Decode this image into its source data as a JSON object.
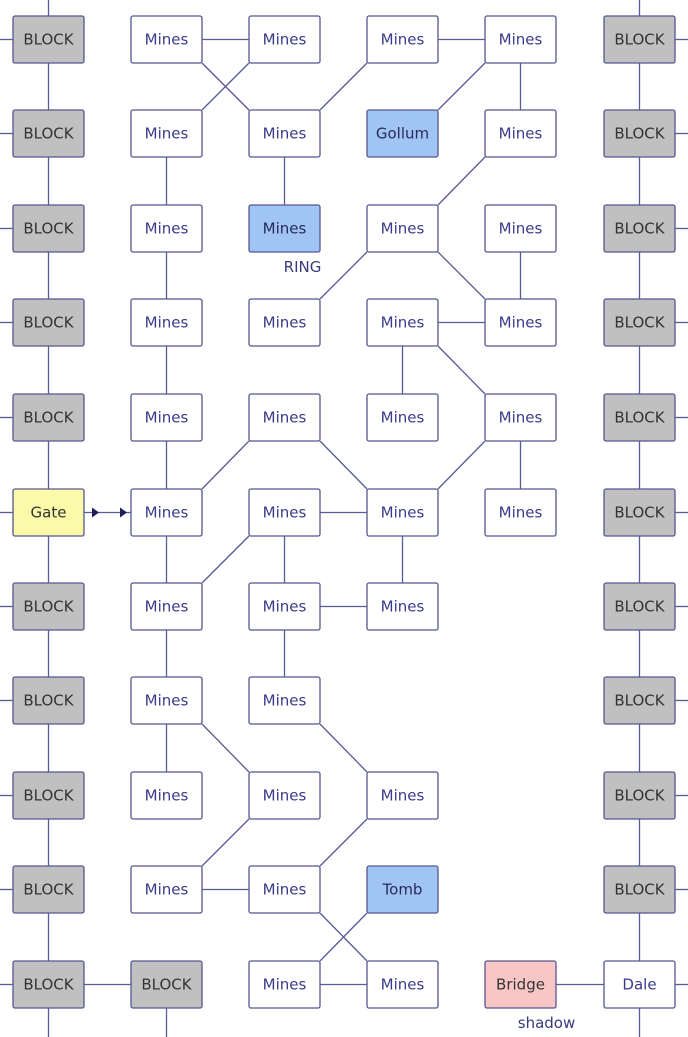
{
  "styles": {
    "block": {
      "fill": "#c0c0c0",
      "text": "#333333"
    },
    "mines": {
      "fill": "#ffffff",
      "text": "#3a3a8a"
    },
    "highlight": {
      "fill": "#a0c4f4",
      "text": "#2a2a5a"
    },
    "gate": {
      "fill": "#fafaa8",
      "text": "#333333"
    },
    "bridge": {
      "fill": "#f9c6c6",
      "text": "#333333"
    },
    "town": {
      "fill": "#ffffff",
      "text": "#3a3a8a"
    }
  },
  "grid": [
    [
      {
        "label": "BLOCK",
        "kind": "block"
      },
      {
        "label": "Mines",
        "kind": "mines"
      },
      {
        "label": "Mines",
        "kind": "mines"
      },
      {
        "label": "Mines",
        "kind": "mines"
      },
      {
        "label": "Mines",
        "kind": "mines"
      },
      {
        "label": "BLOCK",
        "kind": "block"
      }
    ],
    [
      {
        "label": "BLOCK",
        "kind": "block"
      },
      {
        "label": "Mines",
        "kind": "mines"
      },
      {
        "label": "Mines",
        "kind": "mines"
      },
      {
        "label": "Gollum",
        "kind": "highlight"
      },
      {
        "label": "Mines",
        "kind": "mines"
      },
      {
        "label": "BLOCK",
        "kind": "block"
      }
    ],
    [
      {
        "label": "BLOCK",
        "kind": "block"
      },
      {
        "label": "Mines",
        "kind": "mines"
      },
      {
        "label": "Mines",
        "kind": "highlight",
        "note": "RING"
      },
      {
        "label": "Mines",
        "kind": "mines"
      },
      {
        "label": "Mines",
        "kind": "mines"
      },
      {
        "label": "BLOCK",
        "kind": "block"
      }
    ],
    [
      {
        "label": "BLOCK",
        "kind": "block"
      },
      {
        "label": "Mines",
        "kind": "mines"
      },
      {
        "label": "Mines",
        "kind": "mines"
      },
      {
        "label": "Mines",
        "kind": "mines"
      },
      {
        "label": "Mines",
        "kind": "mines"
      },
      {
        "label": "BLOCK",
        "kind": "block"
      }
    ],
    [
      {
        "label": "BLOCK",
        "kind": "block"
      },
      {
        "label": "Mines",
        "kind": "mines"
      },
      {
        "label": "Mines",
        "kind": "mines"
      },
      {
        "label": "Mines",
        "kind": "mines"
      },
      {
        "label": "Mines",
        "kind": "mines"
      },
      {
        "label": "BLOCK",
        "kind": "block"
      }
    ],
    [
      {
        "label": "Gate",
        "kind": "gate"
      },
      {
        "label": "Mines",
        "kind": "mines"
      },
      {
        "label": "Mines",
        "kind": "mines"
      },
      {
        "label": "Mines",
        "kind": "mines"
      },
      {
        "label": "Mines",
        "kind": "mines"
      },
      {
        "label": "BLOCK",
        "kind": "block"
      }
    ],
    [
      {
        "label": "BLOCK",
        "kind": "block"
      },
      {
        "label": "Mines",
        "kind": "mines"
      },
      {
        "label": "Mines",
        "kind": "mines"
      },
      {
        "label": "Mines",
        "kind": "mines"
      },
      null,
      {
        "label": "BLOCK",
        "kind": "block"
      }
    ],
    [
      {
        "label": "BLOCK",
        "kind": "block"
      },
      {
        "label": "Mines",
        "kind": "mines"
      },
      {
        "label": "Mines",
        "kind": "mines"
      },
      null,
      null,
      {
        "label": "BLOCK",
        "kind": "block"
      }
    ],
    [
      {
        "label": "BLOCK",
        "kind": "block"
      },
      {
        "label": "Mines",
        "kind": "mines"
      },
      {
        "label": "Mines",
        "kind": "mines"
      },
      {
        "label": "Mines",
        "kind": "mines"
      },
      null,
      {
        "label": "BLOCK",
        "kind": "block"
      }
    ],
    [
      {
        "label": "BLOCK",
        "kind": "block"
      },
      {
        "label": "Mines",
        "kind": "mines"
      },
      {
        "label": "Mines",
        "kind": "mines"
      },
      {
        "label": "Tomb",
        "kind": "highlight"
      },
      null,
      {
        "label": "BLOCK",
        "kind": "block"
      }
    ],
    [
      {
        "label": "BLOCK",
        "kind": "block"
      },
      {
        "label": "BLOCK",
        "kind": "block"
      },
      {
        "label": "Mines",
        "kind": "mines"
      },
      {
        "label": "Mines",
        "kind": "mines"
      },
      {
        "label": "Bridge",
        "kind": "bridge",
        "note": "shadow"
      },
      {
        "label": "Dale",
        "kind": "town"
      }
    ]
  ],
  "edges": [
    [
      "0-0",
      "1-0"
    ],
    [
      "1-0",
      "2-0"
    ],
    [
      "2-0",
      "3-0"
    ],
    [
      "3-0",
      "4-0"
    ],
    [
      "4-0",
      "5-0"
    ],
    [
      "5-0",
      "6-0"
    ],
    [
      "6-0",
      "7-0"
    ],
    [
      "7-0",
      "8-0"
    ],
    [
      "8-0",
      "9-0"
    ],
    [
      "9-0",
      "10-0"
    ],
    [
      "0-5",
      "1-5"
    ],
    [
      "1-5",
      "2-5"
    ],
    [
      "2-5",
      "3-5"
    ],
    [
      "3-5",
      "4-5"
    ],
    [
      "4-5",
      "5-5"
    ],
    [
      "5-5",
      "6-5"
    ],
    [
      "6-5",
      "7-5"
    ],
    [
      "7-5",
      "8-5"
    ],
    [
      "8-5",
      "9-5"
    ],
    [
      "9-5",
      "10-5"
    ],
    [
      "0-1",
      "0-2"
    ],
    [
      "0-3",
      "0-4"
    ],
    [
      "0-1",
      "1-2"
    ],
    [
      "0-2",
      "1-1"
    ],
    [
      "0-3",
      "1-2"
    ],
    [
      "0-4",
      "1-3"
    ],
    [
      "0-4",
      "1-4"
    ],
    [
      "1-1",
      "2-1"
    ],
    [
      "1-2",
      "2-2"
    ],
    [
      "1-4",
      "2-3"
    ],
    [
      "2-1",
      "3-1"
    ],
    [
      "2-3",
      "3-2"
    ],
    [
      "2-3",
      "3-4"
    ],
    [
      "2-4",
      "3-4"
    ],
    [
      "3-3",
      "3-4"
    ],
    [
      "3-1",
      "4-1"
    ],
    [
      "3-3",
      "4-3"
    ],
    [
      "3-3",
      "4-4"
    ],
    [
      "4-1",
      "5-1"
    ],
    [
      "4-2",
      "5-1"
    ],
    [
      "4-2",
      "5-3"
    ],
    [
      "4-4",
      "5-3"
    ],
    [
      "4-4",
      "5-4"
    ],
    [
      "5-2",
      "5-3"
    ],
    [
      "5-1",
      "6-1"
    ],
    [
      "5-2",
      "6-1"
    ],
    [
      "5-2",
      "6-2"
    ],
    [
      "5-3",
      "6-3"
    ],
    [
      "6-2",
      "6-3"
    ],
    [
      "6-1",
      "7-1"
    ],
    [
      "6-2",
      "7-2"
    ],
    [
      "7-1",
      "8-1"
    ],
    [
      "7-1",
      "8-2"
    ],
    [
      "7-2",
      "8-3"
    ],
    [
      "8-2",
      "9-1"
    ],
    [
      "8-3",
      "9-2"
    ],
    [
      "9-1",
      "9-2"
    ],
    [
      "9-2",
      "10-3"
    ],
    [
      "9-3",
      "10-2"
    ],
    [
      "10-2",
      "10-3"
    ],
    [
      "10-0",
      "10-1"
    ],
    [
      "10-4",
      "10-5"
    ]
  ],
  "arrows": [
    [
      "5-0",
      "5-1"
    ]
  ]
}
